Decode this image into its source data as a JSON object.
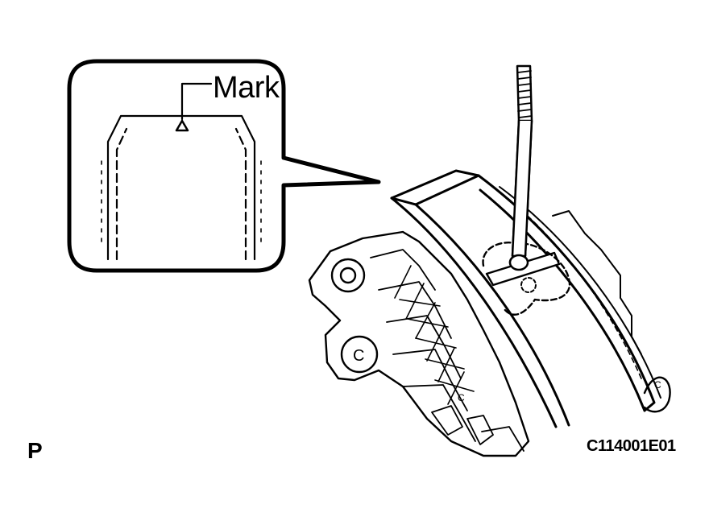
{
  "labels": {
    "mark": "Mark",
    "view_code": "P",
    "figure_code": "C114001E01"
  },
  "colors": {
    "line": "#000000",
    "background": "#ffffff"
  }
}
